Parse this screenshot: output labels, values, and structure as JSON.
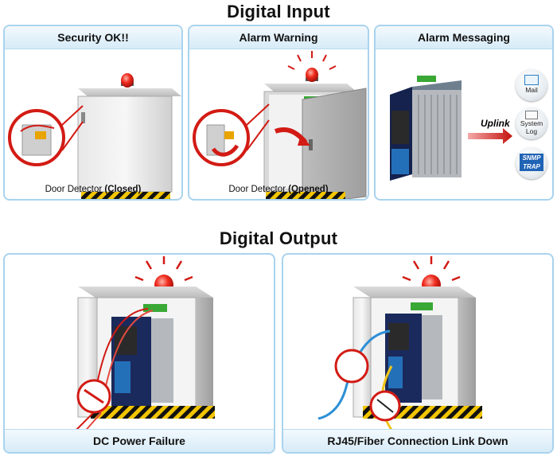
{
  "digital_input": {
    "title": "Digital Input",
    "panels": [
      {
        "title": "Security OK!!",
        "caption_prefix": "Door Detector ",
        "caption_state": "(Closed)"
      },
      {
        "title": "Alarm Warning",
        "caption_prefix": "Door Detector ",
        "caption_state": "(Opened)"
      },
      {
        "title": "Alarm Messaging",
        "uplink_label": "Uplink",
        "services": [
          {
            "label": "Mail",
            "icon": "mail-icon"
          },
          {
            "label": "System Log",
            "icon": "log-icon"
          },
          {
            "label": "SNMP TRAP",
            "icon": "snmp-trap-icon"
          }
        ]
      }
    ]
  },
  "digital_output": {
    "title": "Digital Output",
    "panels": [
      {
        "title": "DC Power Failure"
      },
      {
        "title": "RJ45/Fiber Connection Link Down"
      }
    ]
  },
  "colors": {
    "panel_border": "#a9d3ee",
    "alarm_red": "#e0201b",
    "switch_navy": "#1b2a5c",
    "hazard_yellow": "#f2c500"
  }
}
